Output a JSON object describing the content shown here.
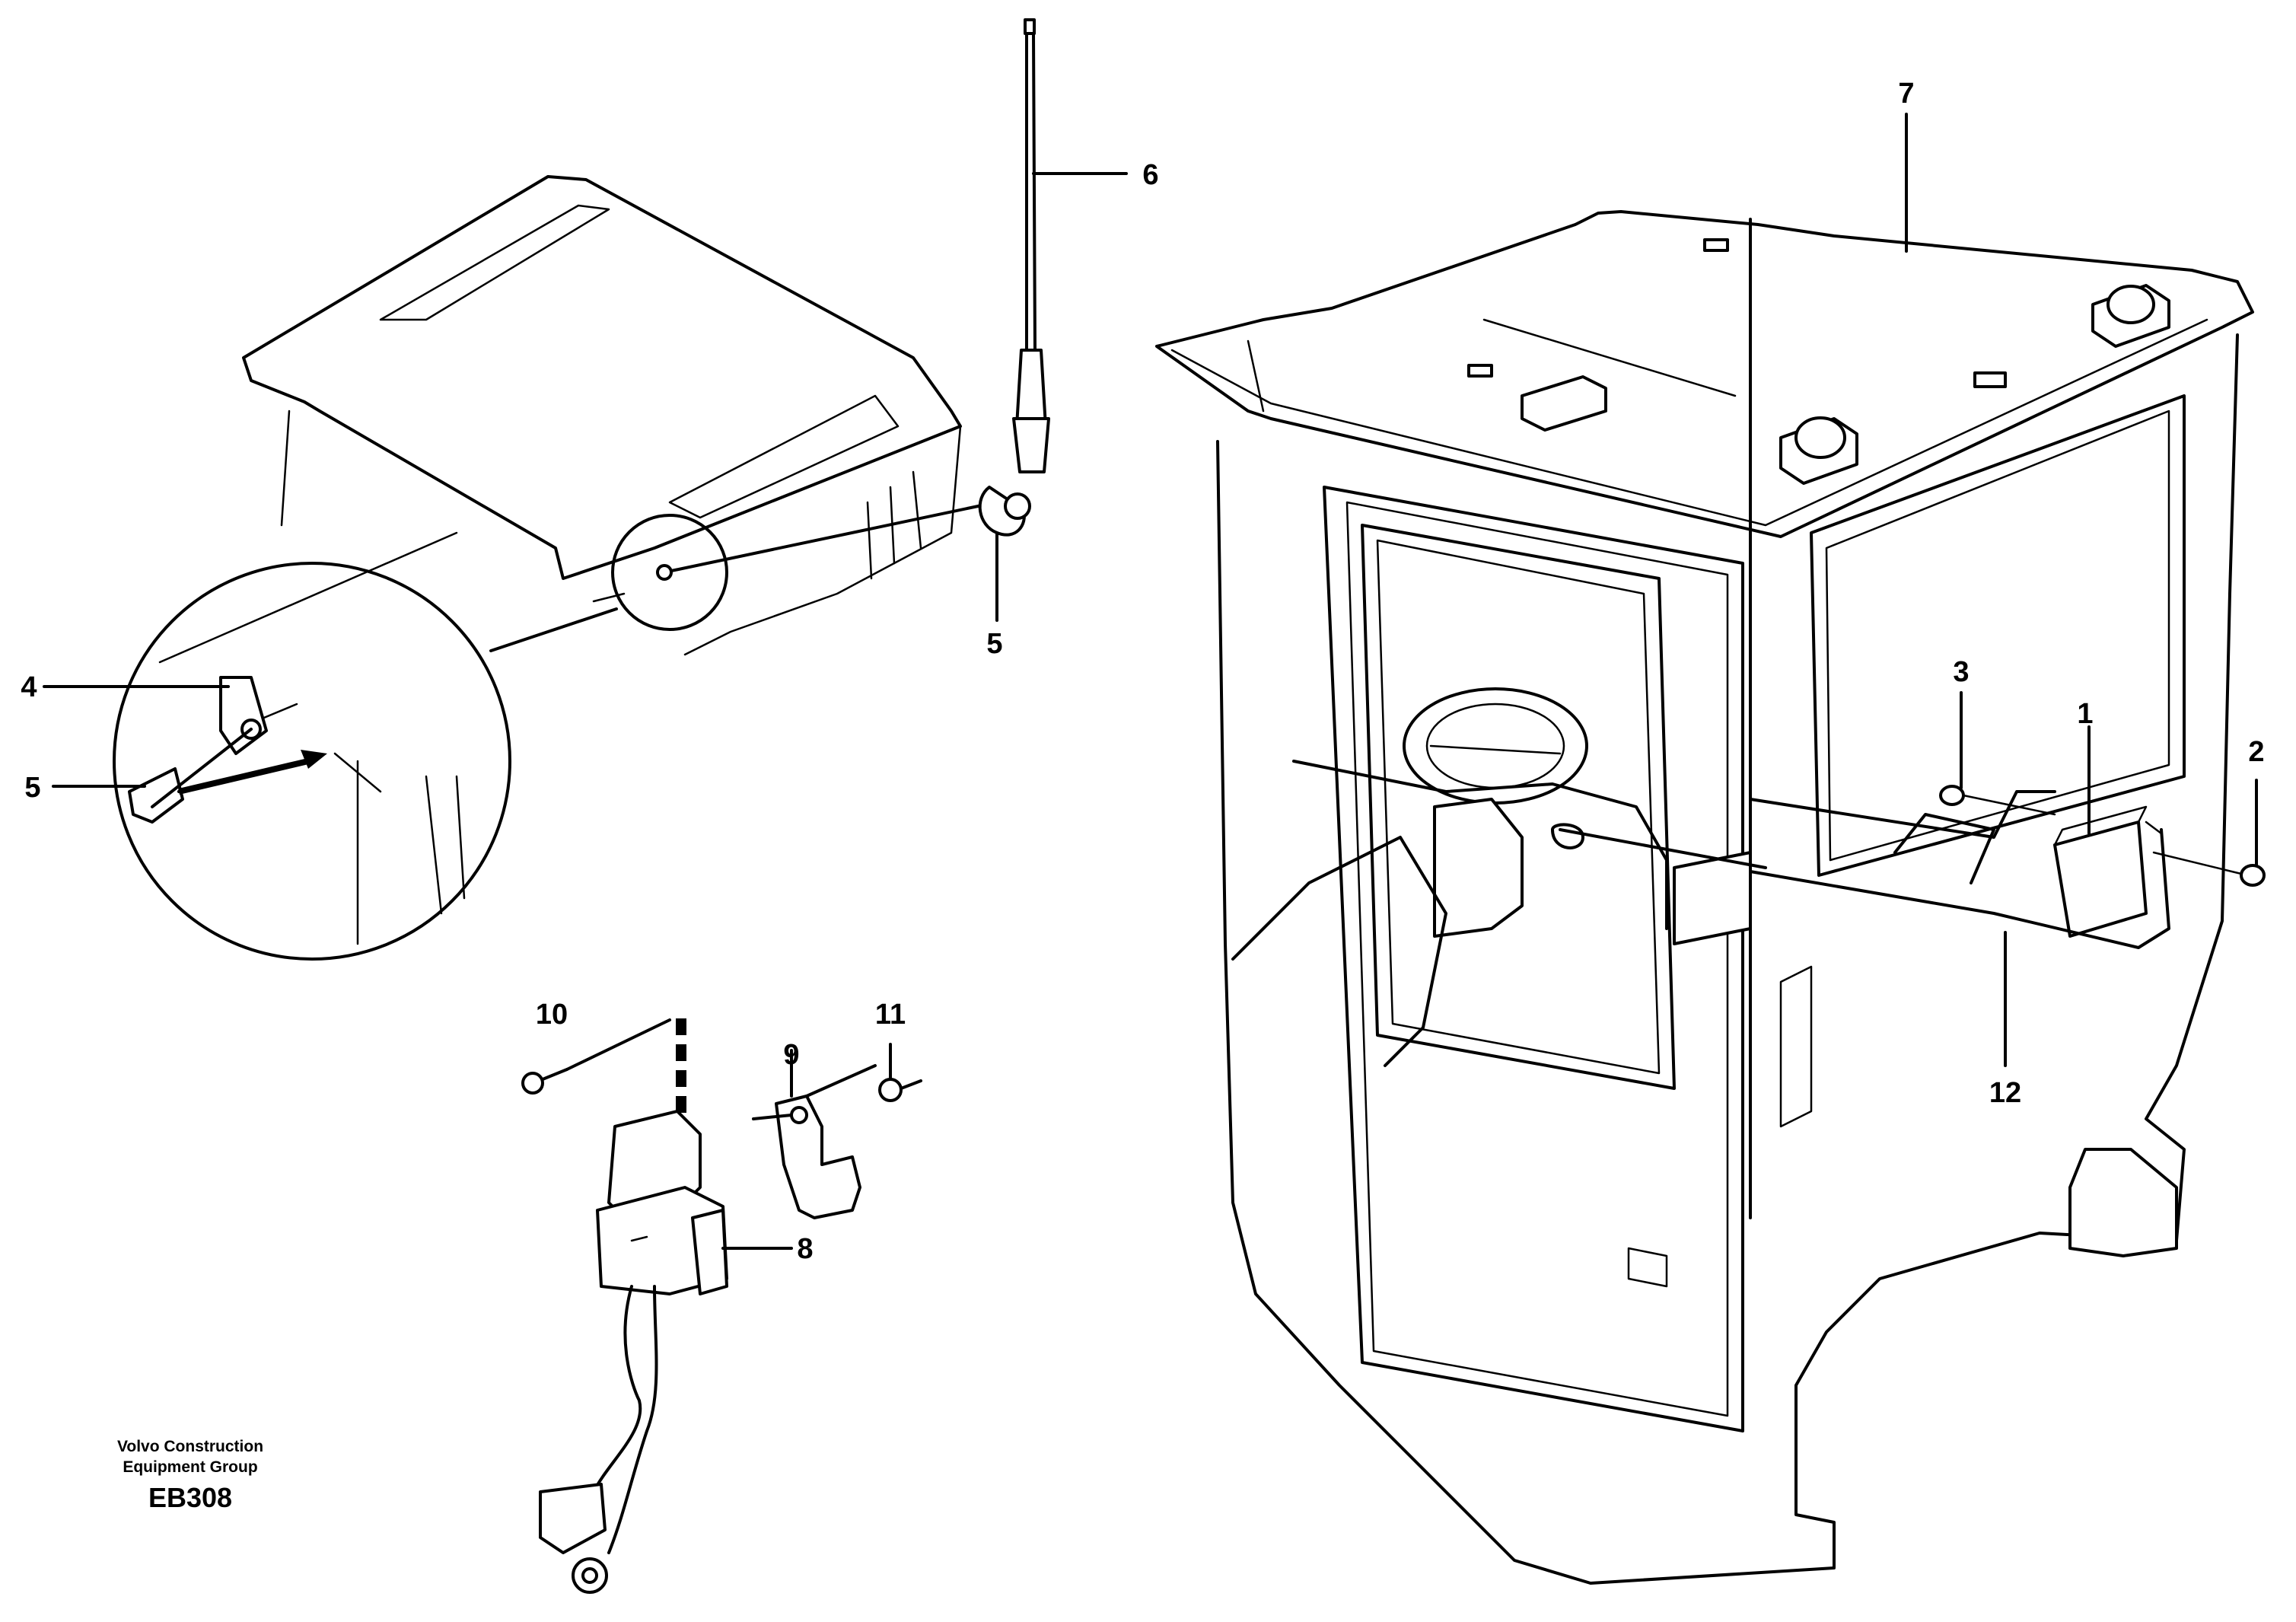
{
  "callouts": {
    "c1": "1",
    "c2": "2",
    "c3": "3",
    "c4": "4",
    "c5a": "5",
    "c5b": "5",
    "c6": "6",
    "c7": "7",
    "c8": "8",
    "c9": "9",
    "c10": "10",
    "c11": "11",
    "c12": "12"
  },
  "caption": {
    "line1": "Volvo Construction",
    "line2": "Equipment Group",
    "code": "EB308"
  }
}
